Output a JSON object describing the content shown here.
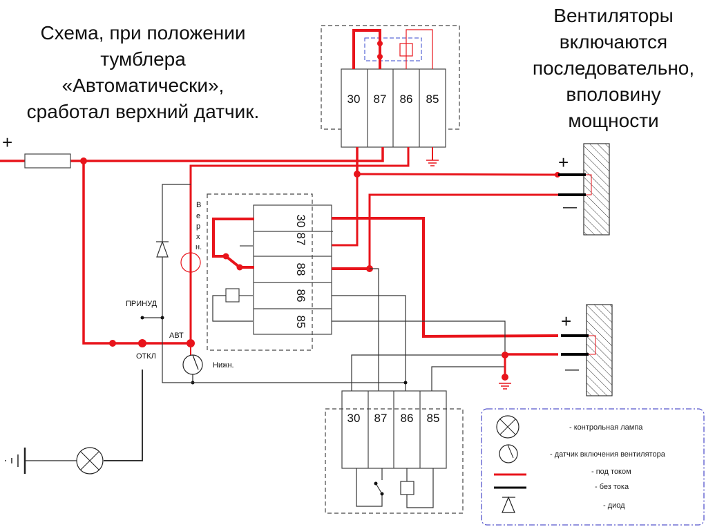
{
  "title_left": [
    "Схема, при положении",
    "тумблера",
    "«Автоматически»,",
    "сработал верхний датчик."
  ],
  "title_right": [
    "Вентиляторы",
    "включаются",
    "последовательно,",
    "вполовину",
    "мощности"
  ],
  "colors": {
    "live": "#e8141b",
    "dead": "#000000",
    "legend_border": "#5555cc"
  },
  "top_relay": {
    "pins": [
      "30",
      "87",
      "86",
      "85"
    ]
  },
  "middle_relay": {
    "pins": [
      "30",
      "87",
      "88",
      "86",
      "85"
    ]
  },
  "bottom_relay": {
    "pins": [
      "30",
      "87",
      "86",
      "85"
    ]
  },
  "labels": {
    "plus_supply": "+",
    "upper_sensor": [
      "В",
      "е",
      "р",
      "х",
      "н."
    ],
    "lower_sensor": "Нижн.",
    "switch_forced": "ПРИНУД",
    "switch_auto": "АВТ",
    "switch_off": "ОТКЛ",
    "fan_plus": "+",
    "fan_minus": "—"
  },
  "legend": [
    {
      "icon": "control-lamp",
      "text": "- контрольная лампа"
    },
    {
      "icon": "fan-sensor",
      "text": "- датчик включения вентилятора"
    },
    {
      "icon": "live-wire",
      "text": "- под током"
    },
    {
      "icon": "dead-wire",
      "text": "- без тока"
    },
    {
      "icon": "diode",
      "text": "- диод"
    }
  ]
}
